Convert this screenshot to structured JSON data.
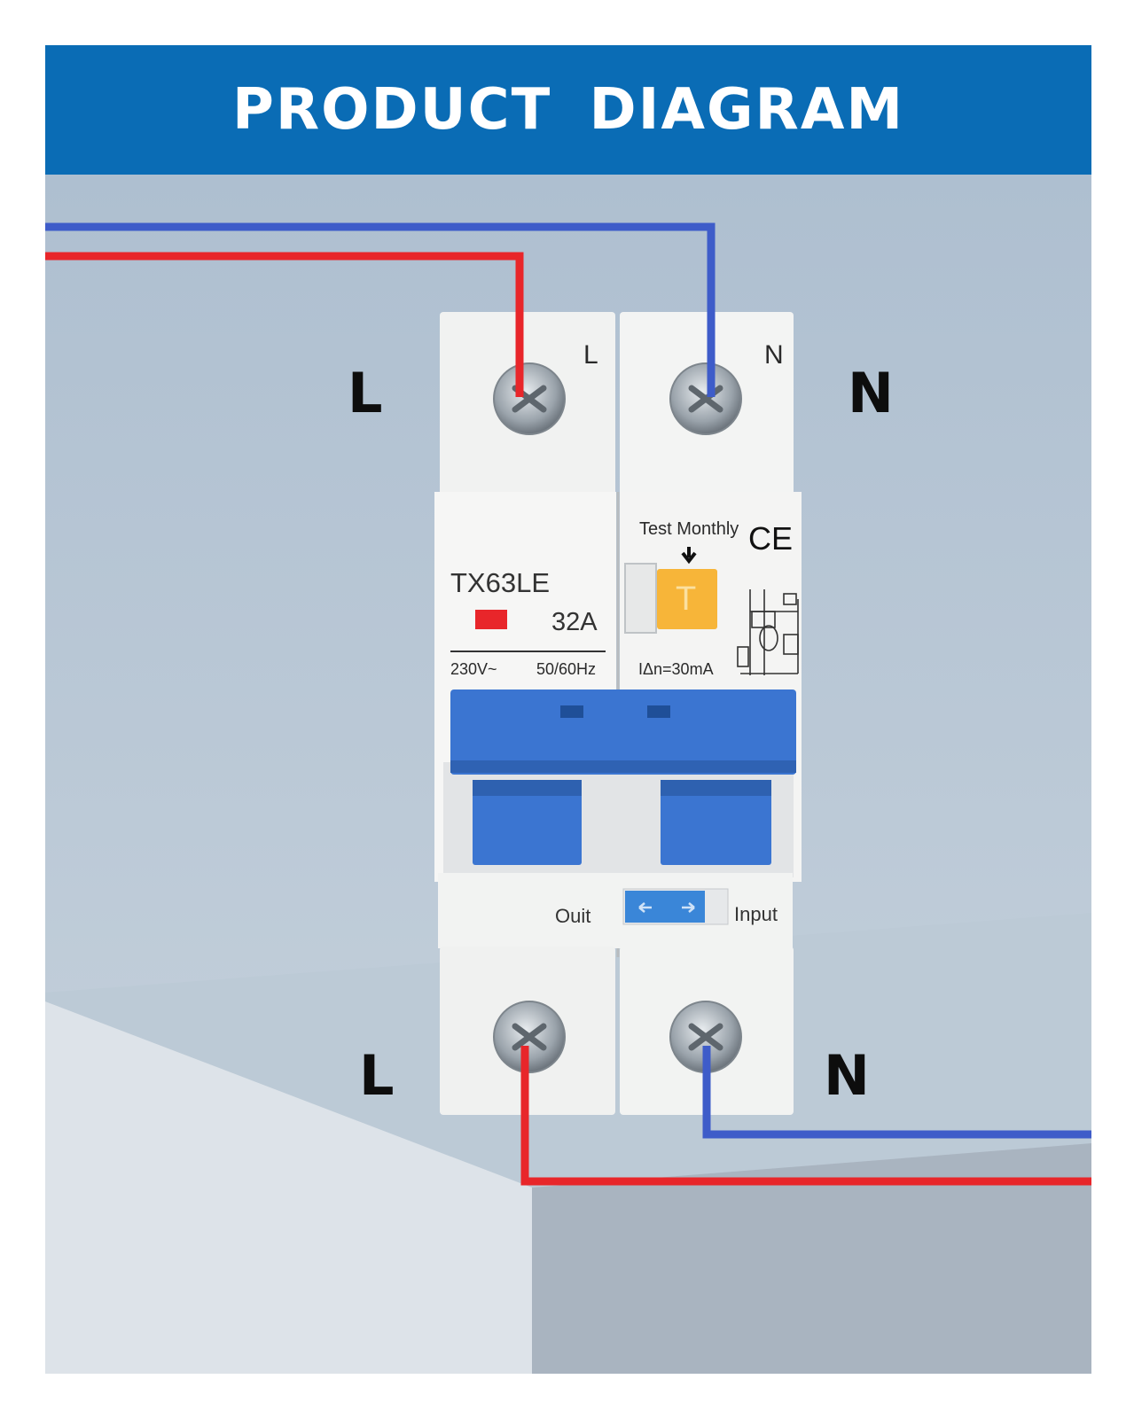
{
  "banner": {
    "title": "PRODUCT  DIAGRAM",
    "color": "#0a6cb5"
  },
  "terminals": {
    "top_left": "L",
    "top_right": "N",
    "bottom_left": "L",
    "bottom_right": "N"
  },
  "device": {
    "pole_label_left": "L",
    "pole_label_right": "N",
    "model": "TX63LE",
    "current_rating": "32A",
    "voltage": "230V~",
    "frequency": "50/60Hz",
    "test_label": "Test Monthly",
    "test_button_letter": "T",
    "ce_mark": "CE",
    "residual_current": "IΔn=30mA",
    "out_label": "Ouit",
    "in_label": "Input"
  },
  "colors": {
    "live_wire": "#e8262a",
    "neutral_wire": "#3e5cc9",
    "toggle": "#3b75d1",
    "test_button": "#f7b539"
  }
}
